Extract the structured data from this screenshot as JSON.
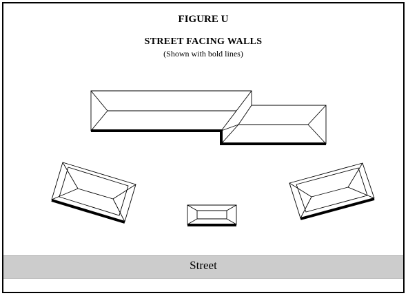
{
  "figure": {
    "title": "FIGURE U",
    "heading": "STREET FACING WALLS",
    "subheading": "(Shown with bold lines)"
  },
  "street": {
    "label": "Street",
    "color": "#cccccc"
  },
  "colors": {
    "lines": "#000000",
    "background": "#ffffff"
  }
}
